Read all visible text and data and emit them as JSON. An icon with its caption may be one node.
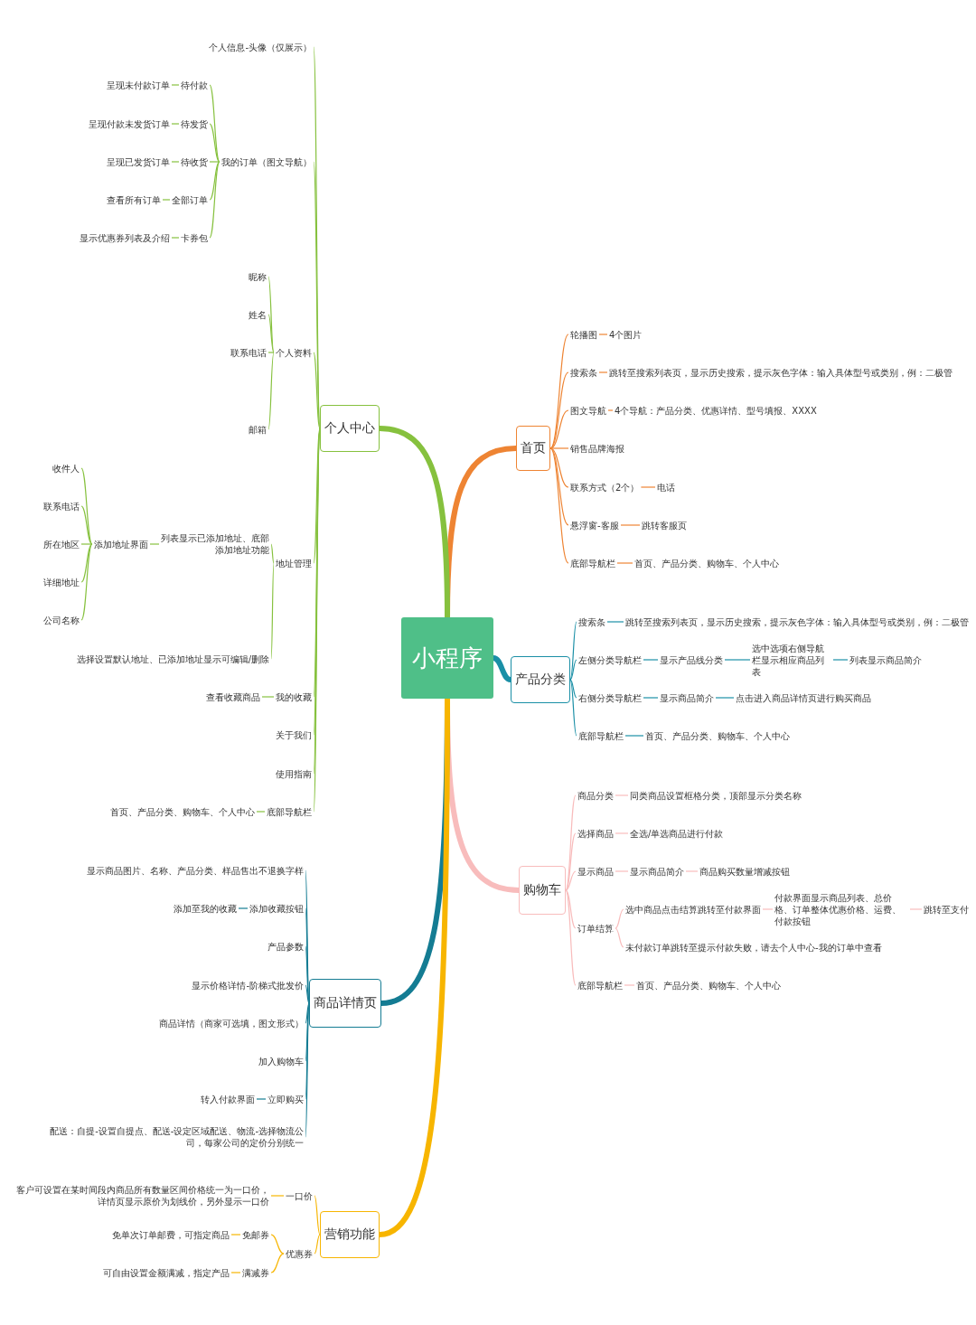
{
  "diagram": {
    "nodes": [
      {
        "text": [
          "小程序"
        ]
      },
      {
        "text": [
          "首页"
        ]
      },
      {
        "text": [
          "轮播图"
        ]
      },
      {
        "text": [
          "4个图片"
        ]
      },
      {
        "text": [
          "搜索条"
        ]
      },
      {
        "text": [
          "跳转至搜索列表页，显示历史搜索，提示灰色字体：输入具体型号或类别，例：二极管"
        ]
      },
      {
        "text": [
          "图文导航"
        ]
      },
      {
        "text": [
          "4个导航：产品分类、优惠详情、型号填报、XXXX"
        ]
      },
      {
        "text": [
          "销售品牌海报"
        ]
      },
      {
        "text": [
          "联系方式（2个）"
        ]
      },
      {
        "text": [
          "电话"
        ]
      },
      {
        "text": [
          "悬浮窗-客服"
        ]
      },
      {
        "text": [
          "跳转客服页"
        ]
      },
      {
        "text": [
          "底部导航栏"
        ]
      },
      {
        "text": [
          "首页、产品分类、购物车、个人中心"
        ]
      },
      {
        "text": [
          "产品分类"
        ]
      },
      {
        "text": [
          "搜索条"
        ]
      },
      {
        "text": [
          "跳转至搜索列表页，显示历史搜索，提示灰色字体：输入具体型号或类别，例：二极管"
        ]
      },
      {
        "text": [
          "左侧分类导航栏"
        ]
      },
      {
        "text": [
          "显示产品线分类"
        ]
      },
      {
        "text": [
          "选中选项右侧导航栏显示相应商品列表"
        ]
      },
      {
        "text": [
          "列表显示商品简介"
        ]
      },
      {
        "text": [
          "右侧分类导航栏"
        ]
      },
      {
        "text": [
          "显示商品简介"
        ]
      },
      {
        "text": [
          "点击进入商品详情页进行购买商品"
        ]
      },
      {
        "text": [
          "底部导航栏"
        ]
      },
      {
        "text": [
          "首页、产品分类、购物车、个人中心"
        ]
      },
      {
        "text": [
          "购物车"
        ]
      },
      {
        "text": [
          "商品分类"
        ]
      },
      {
        "text": [
          "同类商品设置框格分类，顶部显示分类名称"
        ]
      },
      {
        "text": [
          "选择商品"
        ]
      },
      {
        "text": [
          "全选/单选商品进行付款"
        ]
      },
      {
        "text": [
          "显示商品"
        ]
      },
      {
        "text": [
          "显示商品简介"
        ]
      },
      {
        "text": [
          "商品购买数量增减按钮"
        ]
      },
      {
        "text": [
          "订单结算"
        ]
      },
      {
        "text": [
          "选中商品点击结算跳转至付款界面"
        ]
      },
      {
        "text": [
          "付款界面显示商品列表、总价格、订单整体优惠价格、运费、付款按钮"
        ]
      },
      {
        "text": [
          "跳转至支付"
        ]
      },
      {
        "text": [
          "未付款订单跳转至提示付款失败，请去个人中心-我的订单中查看"
        ]
      },
      {
        "text": [
          "底部导航栏"
        ]
      },
      {
        "text": [
          "首页、产品分类、购物车、个人中心"
        ]
      },
      {
        "text": [
          "个人中心"
        ]
      },
      {
        "text": [
          "个人信息-头像（仅展示）"
        ]
      },
      {
        "text": [
          "我的订单（图文导航）"
        ]
      },
      {
        "text": [
          "待付款"
        ]
      },
      {
        "text": [
          "呈现未付款订单"
        ]
      },
      {
        "text": [
          "待发货"
        ]
      },
      {
        "text": [
          "呈现付款未发货订单"
        ]
      },
      {
        "text": [
          "待收货"
        ]
      },
      {
        "text": [
          "呈现已发货订单"
        ]
      },
      {
        "text": [
          "全部订单"
        ]
      },
      {
        "text": [
          "查看所有订单"
        ]
      },
      {
        "text": [
          "卡券包"
        ]
      },
      {
        "text": [
          "显示优惠券列表及介绍"
        ]
      },
      {
        "text": [
          "个人资料"
        ]
      },
      {
        "text": [
          "昵称"
        ]
      },
      {
        "text": [
          "姓名"
        ]
      },
      {
        "text": [
          "联系电话"
        ]
      },
      {
        "text": [
          "邮箱"
        ]
      },
      {
        "text": [
          "地址管理"
        ]
      },
      {
        "text": [
          "列表显示已添加地址、底部添加地址功能"
        ]
      },
      {
        "text": [
          "添加地址界面"
        ]
      },
      {
        "text": [
          "收件人"
        ]
      },
      {
        "text": [
          "联系电话"
        ]
      },
      {
        "text": [
          "所在地区"
        ]
      },
      {
        "text": [
          "详细地址"
        ]
      },
      {
        "text": [
          "公司名称"
        ]
      },
      {
        "text": [
          "选择设置默认地址、已添加地址显示可编辑/删除"
        ]
      },
      {
        "text": [
          "我的收藏"
        ]
      },
      {
        "text": [
          "查看收藏商品"
        ]
      },
      {
        "text": [
          "关于我们"
        ]
      },
      {
        "text": [
          "使用指南"
        ]
      },
      {
        "text": [
          "底部导航栏"
        ]
      },
      {
        "text": [
          "首页、产品分类、购物车、个人中心"
        ]
      },
      {
        "text": [
          "商品详情页"
        ]
      },
      {
        "text": [
          "显示商品图片、名称、产品分类、样品售出不退换字样"
        ]
      },
      {
        "text": [
          "添加收藏按钮"
        ]
      },
      {
        "text": [
          "添加至我的收藏"
        ]
      },
      {
        "text": [
          "产品参数"
        ]
      },
      {
        "text": [
          "显示价格详情-阶梯式批发价"
        ]
      },
      {
        "text": [
          "商品详情（商家可选填，图文形式）"
        ]
      },
      {
        "text": [
          "加入购物车"
        ]
      },
      {
        "text": [
          "立即购买"
        ]
      },
      {
        "text": [
          "转入付款界面"
        ]
      },
      {
        "text": [
          "配送：自提-设置自提点、配送-设定区域配送、物流-选择物流公司，每家公司的定价分别统一"
        ]
      },
      {
        "text": [
          "营销功能"
        ]
      },
      {
        "text": [
          "一口价"
        ]
      },
      {
        "text": [
          "客户可设置在某时间段内商品所有数量区间价格统一为一口价，详情页显示原价为划线价，另外显示一口价"
        ]
      },
      {
        "text": [
          "优惠券"
        ]
      },
      {
        "text": [
          "免邮券"
        ]
      },
      {
        "text": [
          "免单次订单邮费，可指定商品"
        ]
      },
      {
        "text": [
          "满减券"
        ]
      },
      {
        "text": [
          "可自由设置金额满减，指定产品"
        ]
      }
    ],
    "edges": [
      {
        "from": 0,
        "to": 1,
        "arrow": "none",
        "style": "thick",
        "color": "#ee8433"
      },
      {
        "from": 1,
        "to": 2,
        "arrow": "none",
        "color": "#ee8433"
      },
      {
        "from": 2,
        "to": 3,
        "arrow": "none",
        "color": "#ee8433"
      },
      {
        "from": 1,
        "to": 4,
        "arrow": "none",
        "color": "#ee8433"
      },
      {
        "from": 4,
        "to": 5,
        "arrow": "none",
        "color": "#ee8433"
      },
      {
        "from": 1,
        "to": 6,
        "arrow": "none",
        "color": "#ee8433"
      },
      {
        "from": 6,
        "to": 7,
        "arrow": "none",
        "color": "#ee8433"
      },
      {
        "from": 1,
        "to": 8,
        "arrow": "none",
        "color": "#ee8433"
      },
      {
        "from": 1,
        "to": 9,
        "arrow": "none",
        "color": "#ee8433"
      },
      {
        "from": 9,
        "to": 10,
        "arrow": "none",
        "color": "#ee8433"
      },
      {
        "from": 1,
        "to": 11,
        "arrow": "none",
        "color": "#ee8433"
      },
      {
        "from": 11,
        "to": 12,
        "arrow": "none",
        "color": "#ee8433"
      },
      {
        "from": 1,
        "to": 13,
        "arrow": "none",
        "color": "#ee8433"
      },
      {
        "from": 13,
        "to": 14,
        "arrow": "none",
        "color": "#ee8433"
      },
      {
        "from": 0,
        "to": 15,
        "arrow": "none",
        "style": "thick",
        "color": "#1a8fa6"
      },
      {
        "from": 15,
        "to": 16,
        "arrow": "none",
        "color": "#1a8fa6"
      },
      {
        "from": 16,
        "to": 17,
        "arrow": "none",
        "color": "#1a8fa6"
      },
      {
        "from": 15,
        "to": 18,
        "arrow": "none",
        "color": "#1a8fa6"
      },
      {
        "from": 18,
        "to": 19,
        "arrow": "none",
        "color": "#1a8fa6"
      },
      {
        "from": 19,
        "to": 20,
        "arrow": "none",
        "color": "#1a8fa6"
      },
      {
        "from": 20,
        "to": 21,
        "arrow": "none",
        "color": "#1a8fa6"
      },
      {
        "from": 15,
        "to": 22,
        "arrow": "none",
        "color": "#1a8fa6"
      },
      {
        "from": 22,
        "to": 23,
        "arrow": "none",
        "color": "#1a8fa6"
      },
      {
        "from": 23,
        "to": 24,
        "arrow": "none",
        "color": "#1a8fa6"
      },
      {
        "from": 15,
        "to": 25,
        "arrow": "none",
        "color": "#1a8fa6"
      },
      {
        "from": 25,
        "to": 26,
        "arrow": "none",
        "color": "#1a8fa6"
      },
      {
        "from": 0,
        "to": 27,
        "arrow": "none",
        "style": "thick",
        "color": "#f8bcbc"
      },
      {
        "from": 27,
        "to": 28,
        "arrow": "none",
        "color": "#f8bcbc"
      },
      {
        "from": 28,
        "to": 29,
        "arrow": "none",
        "color": "#f8bcbc"
      },
      {
        "from": 27,
        "to": 30,
        "arrow": "none",
        "color": "#f8bcbc"
      },
      {
        "from": 30,
        "to": 31,
        "arrow": "none",
        "color": "#f8bcbc"
      },
      {
        "from": 27,
        "to": 32,
        "arrow": "none",
        "color": "#f8bcbc"
      },
      {
        "from": 32,
        "to": 33,
        "arrow": "none",
        "color": "#f8bcbc"
      },
      {
        "from": 33,
        "to": 34,
        "arrow": "none",
        "color": "#f8bcbc"
      },
      {
        "from": 27,
        "to": 35,
        "arrow": "none",
        "color": "#f8bcbc"
      },
      {
        "from": 35,
        "to": 36,
        "arrow": "none",
        "color": "#f8bcbc"
      },
      {
        "from": 36,
        "to": 37,
        "arrow": "none",
        "color": "#f8bcbc"
      },
      {
        "from": 37,
        "to": 38,
        "arrow": "none",
        "color": "#f8bcbc"
      },
      {
        "from": 35,
        "to": 39,
        "arrow": "none",
        "color": "#f8bcbc"
      },
      {
        "from": 27,
        "to": 40,
        "arrow": "none",
        "color": "#f8bcbc"
      },
      {
        "from": 40,
        "to": 41,
        "arrow": "none",
        "color": "#f8bcbc"
      },
      {
        "from": 0,
        "to": 42,
        "arrow": "none",
        "style": "thick",
        "color": "#86c13e"
      },
      {
        "from": 42,
        "to": 43,
        "arrow": "none",
        "color": "#86c13e"
      },
      {
        "from": 42,
        "to": 44,
        "arrow": "none",
        "color": "#86c13e"
      },
      {
        "from": 44,
        "to": 45,
        "arrow": "none",
        "color": "#86c13e"
      },
      {
        "from": 45,
        "to": 46,
        "arrow": "none",
        "color": "#86c13e"
      },
      {
        "from": 44,
        "to": 47,
        "arrow": "none",
        "color": "#86c13e"
      },
      {
        "from": 47,
        "to": 48,
        "arrow": "none",
        "color": "#86c13e"
      },
      {
        "from": 44,
        "to": 49,
        "arrow": "none",
        "color": "#86c13e"
      },
      {
        "from": 49,
        "to": 50,
        "arrow": "none",
        "color": "#86c13e"
      },
      {
        "from": 44,
        "to": 51,
        "arrow": "none",
        "color": "#86c13e"
      },
      {
        "from": 51,
        "to": 52,
        "arrow": "none",
        "color": "#86c13e"
      },
      {
        "from": 44,
        "to": 53,
        "arrow": "none",
        "color": "#86c13e"
      },
      {
        "from": 53,
        "to": 54,
        "arrow": "none",
        "color": "#86c13e"
      },
      {
        "from": 42,
        "to": 55,
        "arrow": "none",
        "color": "#86c13e"
      },
      {
        "from": 55,
        "to": 56,
        "arrow": "none",
        "color": "#86c13e"
      },
      {
        "from": 55,
        "to": 57,
        "arrow": "none",
        "color": "#86c13e"
      },
      {
        "from": 55,
        "to": 58,
        "arrow": "none",
        "color": "#86c13e"
      },
      {
        "from": 55,
        "to": 59,
        "arrow": "none",
        "color": "#86c13e"
      },
      {
        "from": 42,
        "to": 60,
        "arrow": "none",
        "color": "#86c13e"
      },
      {
        "from": 60,
        "to": 61,
        "arrow": "none",
        "color": "#86c13e"
      },
      {
        "from": 61,
        "to": 62,
        "arrow": "none",
        "color": "#86c13e"
      },
      {
        "from": 62,
        "to": 63,
        "arrow": "none",
        "color": "#86c13e"
      },
      {
        "from": 62,
        "to": 64,
        "arrow": "none",
        "color": "#86c13e"
      },
      {
        "from": 62,
        "to": 65,
        "arrow": "none",
        "color": "#86c13e"
      },
      {
        "from": 62,
        "to": 66,
        "arrow": "none",
        "color": "#86c13e"
      },
      {
        "from": 62,
        "to": 67,
        "arrow": "none",
        "color": "#86c13e"
      },
      {
        "from": 60,
        "to": 68,
        "arrow": "none",
        "color": "#86c13e"
      },
      {
        "from": 42,
        "to": 69,
        "arrow": "none",
        "color": "#86c13e"
      },
      {
        "from": 69,
        "to": 70,
        "arrow": "none",
        "color": "#86c13e"
      },
      {
        "from": 42,
        "to": 71,
        "arrow": "none",
        "color": "#86c13e"
      },
      {
        "from": 42,
        "to": 72,
        "arrow": "none",
        "color": "#86c13e"
      },
      {
        "from": 42,
        "to": 73,
        "arrow": "none",
        "color": "#86c13e"
      },
      {
        "from": 73,
        "to": 74,
        "arrow": "none",
        "color": "#86c13e"
      },
      {
        "from": 0,
        "to": 75,
        "arrow": "none",
        "style": "thick",
        "color": "#147c93"
      },
      {
        "from": 75,
        "to": 76,
        "arrow": "none",
        "color": "#147c93"
      },
      {
        "from": 75,
        "to": 77,
        "arrow": "none",
        "color": "#147c93"
      },
      {
        "from": 77,
        "to": 78,
        "arrow": "none",
        "color": "#147c93"
      },
      {
        "from": 75,
        "to": 79,
        "arrow": "none",
        "color": "#147c93"
      },
      {
        "from": 75,
        "to": 80,
        "arrow": "none",
        "color": "#147c93"
      },
      {
        "from": 75,
        "to": 81,
        "arrow": "none",
        "color": "#147c93"
      },
      {
        "from": 75,
        "to": 82,
        "arrow": "none",
        "color": "#147c93"
      },
      {
        "from": 75,
        "to": 83,
        "arrow": "none",
        "color": "#147c93"
      },
      {
        "from": 83,
        "to": 84,
        "arrow": "none",
        "color": "#147c93"
      },
      {
        "from": 75,
        "to": 85,
        "arrow": "none",
        "color": "#147c93"
      },
      {
        "from": 0,
        "to": 86,
        "arrow": "none",
        "style": "thick",
        "color": "#f7b500"
      },
      {
        "from": 86,
        "to": 87,
        "arrow": "none",
        "color": "#f7b500"
      },
      {
        "from": 87,
        "to": 88,
        "arrow": "none",
        "color": "#f7b500"
      },
      {
        "from": 86,
        "to": 89,
        "arrow": "none",
        "color": "#f7b500"
      },
      {
        "from": 89,
        "to": 90,
        "arrow": "none",
        "color": "#f7b500"
      },
      {
        "from": 90,
        "to": 91,
        "arrow": "none",
        "color": "#f7b500"
      },
      {
        "from": 89,
        "to": 92,
        "arrow": "none",
        "color": "#f7b500"
      },
      {
        "from": 92,
        "to": 93,
        "arrow": "none",
        "color": "#f7b500"
      }
    ]
  }
}
